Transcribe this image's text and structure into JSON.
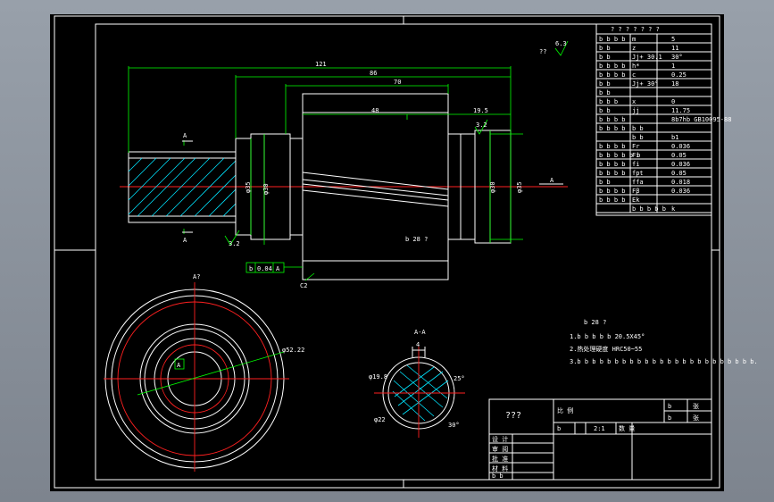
{
  "dimensions": {
    "d121": "121",
    "d86": "86",
    "d70": "70",
    "d48": "48",
    "d19_5": "19.5",
    "dia35_left": "φ35",
    "dia30_left": "φ30",
    "dia30_right": "φ30",
    "dia35_right": "φ35",
    "rough_32_a": "3.2",
    "rough_32_b": "3.2",
    "rough_63": "6.3",
    "rough_qq": "??",
    "section_mark_a": "A",
    "section_mark_a2": "A",
    "section_mark_a3": "A",
    "chamfer_c2": "C2",
    "tolerance_b": "b",
    "tolerance_val": "0.04",
    "tolerance_ref": "A",
    "end_view_label": "A?",
    "end_view_dim": "φ52.22",
    "datum_a": "A",
    "section_title": "A-A",
    "section_dim_4": "4",
    "section_dim_19": "φ19.8",
    "section_dim_22": "φ22",
    "section_dim_25": "25°",
    "section_dim_30": "30°",
    "center_note": "b 28 ?"
  },
  "notes": {
    "title": "b 28 ?",
    "line1": "1.b b b b b 20.5X45°",
    "line2": "2.热处理硬度 HRC50~55",
    "line3": "3.b b b b b b b b b b b b b b b b b b b b b b b b."
  },
  "param_table": {
    "header": "? ? ? ? ? ? ?",
    "rows": [
      [
        "b b b b",
        "m",
        "5"
      ],
      [
        "b b",
        "z",
        "11"
      ],
      [
        "b b",
        "Jj+ 30.1",
        "30°"
      ],
      [
        "b b b b",
        "h*",
        "1"
      ],
      [
        "b b b b",
        "c",
        "0.25"
      ],
      [
        "b b",
        "Jj+ 30°",
        "18"
      ],
      [
        "b b",
        "",
        ""
      ],
      [
        "b b b",
        "x",
        "0"
      ],
      [
        "b b",
        "jj",
        "11.75"
      ],
      [
        "b b b b",
        "",
        "8b7hb GB10095-88"
      ],
      [
        "b b b b",
        "b b",
        ""
      ],
      [
        "",
        "b b",
        "b1"
      ],
      [
        "b b b b",
        "Fr",
        "0.036"
      ],
      [
        "b b b b b b",
        "Fi",
        "0.05"
      ],
      [
        "b b b b",
        "fi",
        "0.036"
      ],
      [
        "b b b b",
        "fpt",
        "0.05"
      ],
      [
        "b b",
        "ffa",
        "0.018"
      ],
      [
        "b b b b",
        "Fβ",
        "0.036"
      ],
      [
        "b b b b",
        "Ek",
        ""
      ],
      [
        "",
        "b b b b b",
        "k"
      ]
    ]
  },
  "title_block": {
    "drawing_name": "???",
    "label_scale": "比 例",
    "scale_value": "2:1",
    "label_qty": "数 量",
    "label_mat": "材 料",
    "label_sheet_a": "b",
    "label_sheet_b": "b",
    "label_sheet_c": "张",
    "label_sheet_d": "张",
    "label_design": "设 计",
    "label_check": "审 阅",
    "label_approve": "批 准",
    "label_blank": "b",
    "label_misc": "b b"
  }
}
